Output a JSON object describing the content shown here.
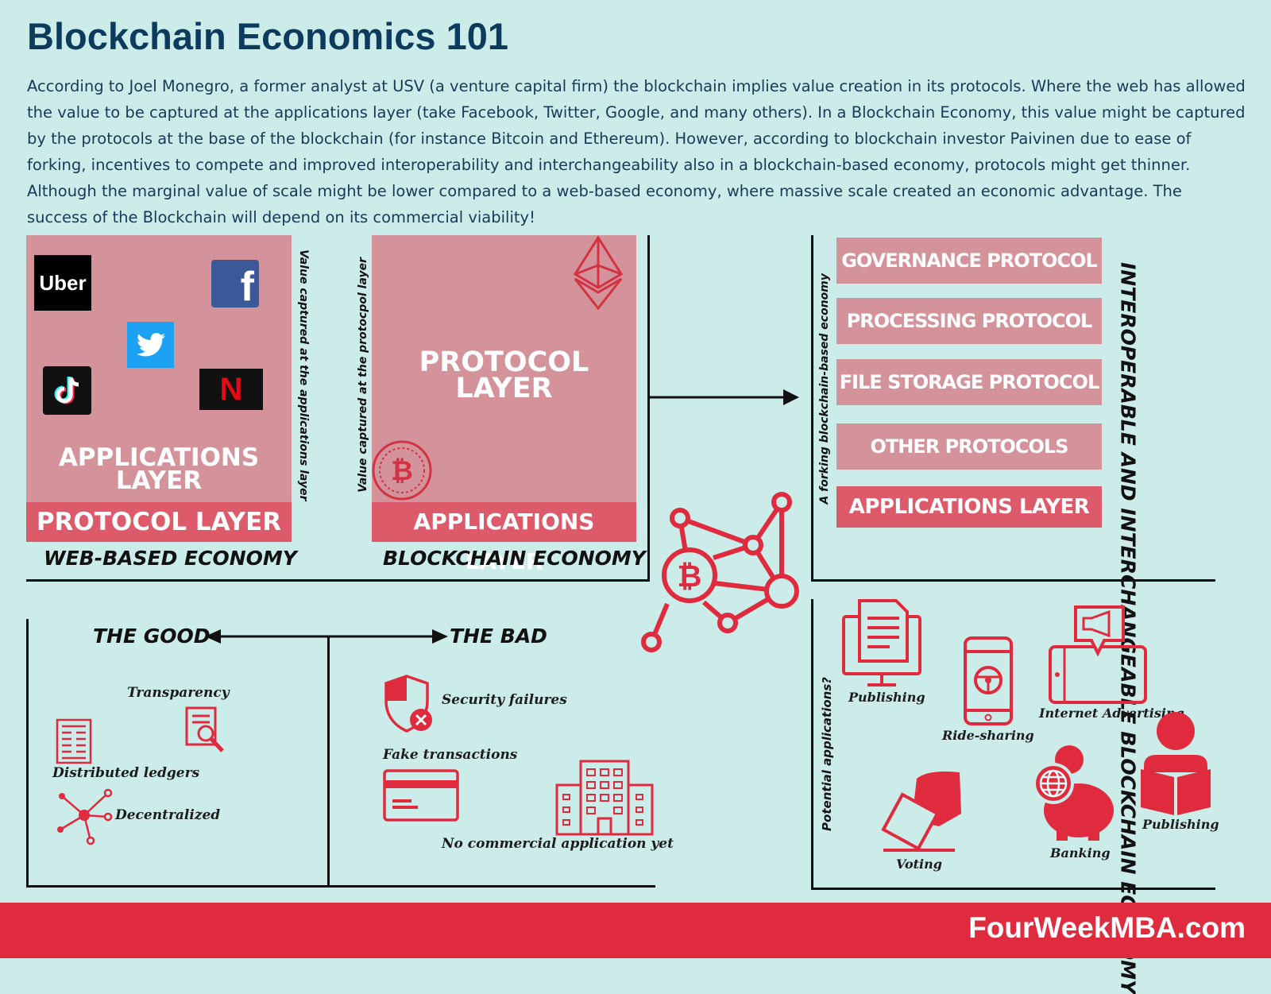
{
  "title": "Blockchain Economics 101",
  "intro": "According to Joel Monegro, a former analyst at USV (a venture capital firm) the blockchain implies value creation in its protocols. Where the web has allowed the value to be captured at the applications layer (take Facebook, Twitter, Google, and many others). In a Blockchain Economy, this value might be captured by the protocols at the base of the blockchain (for instance Bitcoin and Ethereum). However, according to blockchain investor Paivinen due to ease of forking, incentives to compete and improved interoperability and interchangeability also in a blockchain-based economy, protocols might get thinner. Although the marginal value of scale might be lower compared to a web-based economy, where massive scale created an economic advantage. The success of the Blockchain will depend on its commercial viability!",
  "web": {
    "apps": [
      "Uber",
      "f",
      "N"
    ],
    "big_label": [
      "APPLICATIONS",
      "LAYER"
    ],
    "bar_label": "PROTOCOL LAYER",
    "caption": "WEB-BASED ECONOMY",
    "side_text": "Value captured at the applications layer"
  },
  "blockchain": {
    "big_label": [
      "PROTOCOL",
      "LAYER"
    ],
    "bar_label": "APPLICATIONS LAYER",
    "caption": "BLOCKCHAIN ECONOMY",
    "side_text": "Value captured at the protocpol layer"
  },
  "forking": {
    "side_text": "A forking blockchain-based economy",
    "protocols": [
      "GOVERNANCE PROTOCOL",
      "PROCESSING PROTOCOL",
      "FILE STORAGE PROTOCOL",
      "OTHER PROTOCOLS"
    ],
    "apps_bar": "APPLICATIONS LAYER",
    "vertical_lines": [
      "INTEROPERABLE AND",
      "INTERCHANGEABLE",
      "BLOCKCHAIN ECONOMY"
    ]
  },
  "good_bad": {
    "good": "THE GOOD",
    "bad": "THE BAD",
    "good_items": [
      "Transparency",
      "Distributed ledgers",
      "Decentralized"
    ],
    "bad_items": [
      "Security failures",
      "Fake transactions",
      "No commercial application yet"
    ]
  },
  "applications": {
    "side_text": "Potential applications?",
    "items": [
      "Publishing",
      "Ride-sharing",
      "Internet Advertising",
      "Voting",
      "Banking",
      "Publishing"
    ]
  },
  "footer": {
    "brand": "FourWeekMBA.com"
  },
  "colors": {
    "accent": "#e02a3e",
    "pink": "#d4929a",
    "bar": "#dd5a6a",
    "bg": "#ccecea",
    "title": "#0d3b5e"
  }
}
